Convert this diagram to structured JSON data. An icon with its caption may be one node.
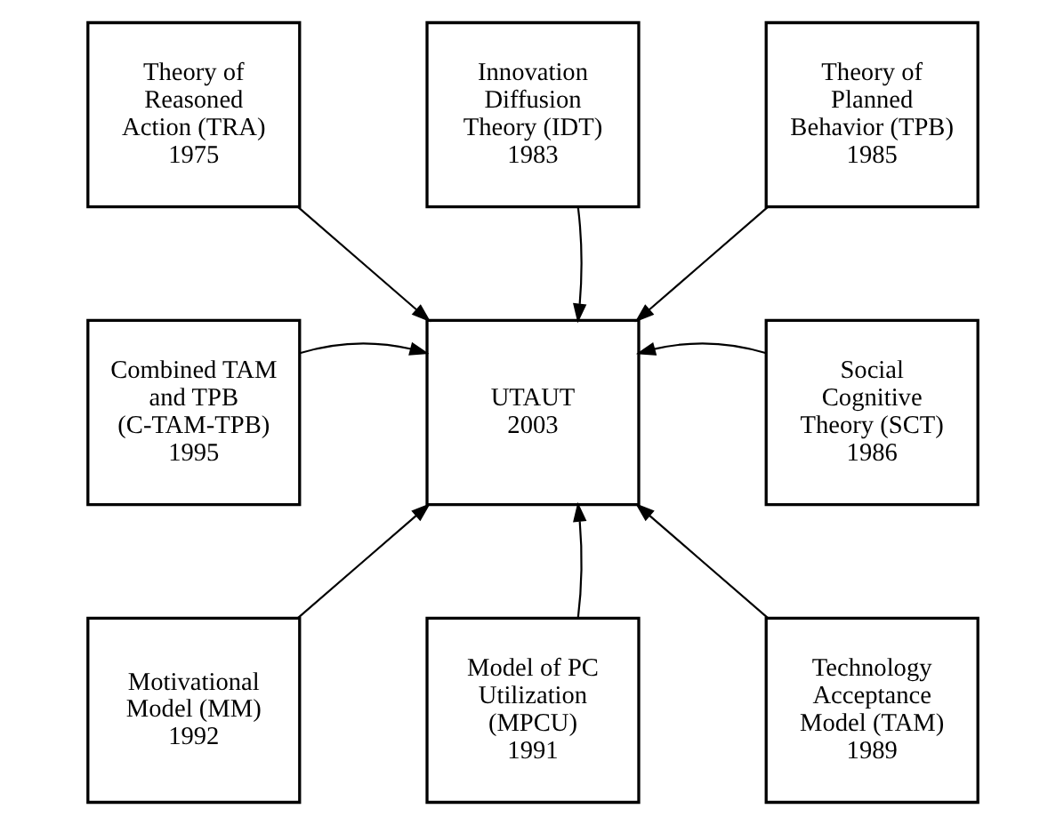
{
  "diagram": {
    "nodes": [
      {
        "text": [
          "Theory of Reasoned Action (TRA)",
          "1975"
        ]
      },
      {
        "text": [
          "Innovation Diffusion Theory (IDT)",
          "1983"
        ]
      },
      {
        "text": [
          "Theory of Planned Behavior (TPB)",
          "1985"
        ]
      },
      {
        "text": [
          "Combined TAM and TPB (C-TAM-TPB)",
          "1995"
        ]
      },
      {
        "text": [
          "UTAUT",
          "2003"
        ]
      },
      {
        "text": [
          "Social Cognitive Theory (SCT)",
          "1986"
        ]
      },
      {
        "text": [
          "Motivational Model (MM)",
          "1992"
        ]
      },
      {
        "text": [
          "Model of PC Utilization (MPCU)",
          "1991"
        ]
      },
      {
        "text": [
          "Technology Acceptance Model (TAM)",
          "1989"
        ]
      }
    ],
    "edges": [
      {
        "from": 0,
        "to": 4,
        "arrow": "to"
      },
      {
        "from": 1,
        "to": 4,
        "arrow": "to"
      },
      {
        "from": 2,
        "to": 4,
        "arrow": "to"
      },
      {
        "from": 3,
        "to": 4,
        "arrow": "to"
      },
      {
        "from": 5,
        "to": 4,
        "arrow": "to"
      },
      {
        "from": 6,
        "to": 4,
        "arrow": "to"
      },
      {
        "from": 7,
        "to": 4,
        "arrow": "to"
      },
      {
        "from": 8,
        "to": 4,
        "arrow": "to"
      }
    ]
  }
}
